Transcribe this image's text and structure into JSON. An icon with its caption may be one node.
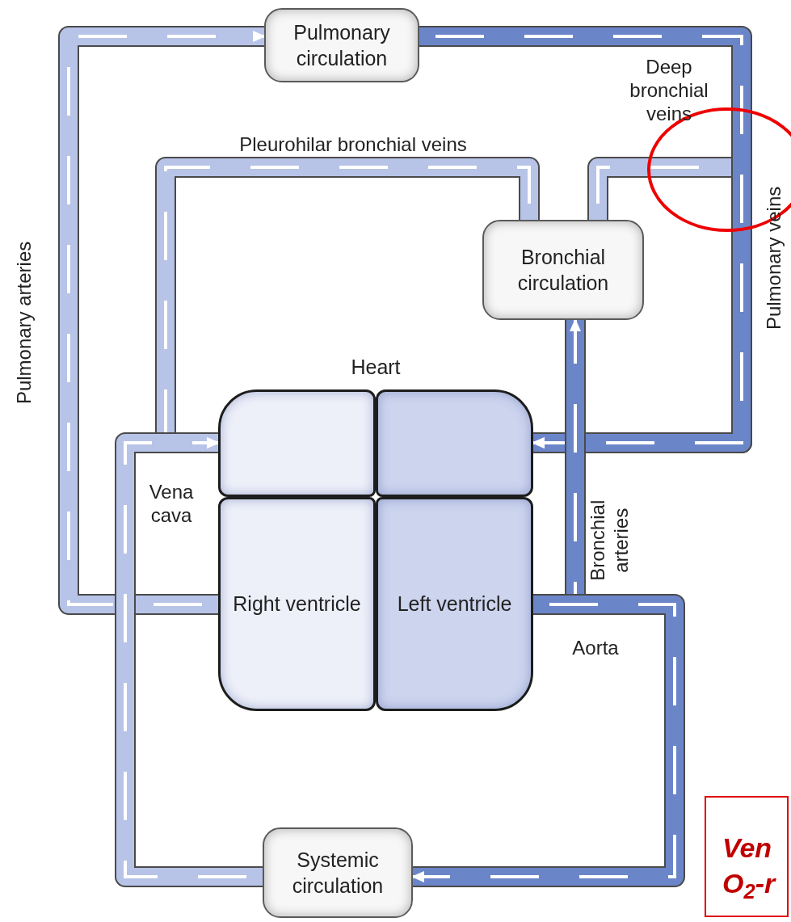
{
  "diagram": {
    "nodes": [
      {
        "text": [
          "Pulmonary circulation"
        ]
      },
      {
        "text": [
          "Bronchial circulation"
        ]
      },
      {
        "text": [
          "Heart"
        ]
      },
      {
        "text": [],
        "shape": "box",
        "in": 2
      },
      {
        "text": [],
        "shape": "box",
        "in": 2
      },
      {
        "text": [
          "Right ventricle"
        ],
        "in": 2
      },
      {
        "text": [
          "Left ventricle"
        ],
        "in": 2
      },
      {
        "text": [
          "Systemic circulation"
        ]
      },
      {
        "text": [
          "Ven O$_{2}$-r"
        ]
      }
    ],
    "edges": [
      {
        "from": 5,
        "to": 0,
        "arrow": "to",
        "label": "Pulmonary arteries"
      },
      {
        "from": 1,
        "to": 4,
        "arrow": "to",
        "label": "Deep bronchial veins"
      },
      {
        "from": 0,
        "to": 4,
        "arrow": "to",
        "label": "Pulmonary veins",
        "color": "#6b85c9"
      },
      {
        "from": 1,
        "to": 3,
        "arrow": "to",
        "label": "Pleurohilar bronchial veins"
      },
      {
        "from": 7,
        "to": 3,
        "arrow": "to",
        "label": "Vena cava"
      },
      {
        "from": 6,
        "to": 1,
        "arrow": "to",
        "label": "Bronchial arteries",
        "color": "#6b85c9"
      },
      {
        "from": 6,
        "to": 7,
        "arrow": "to",
        "label": "Aorta",
        "color": "#6b85c9"
      }
    ]
  }
}
